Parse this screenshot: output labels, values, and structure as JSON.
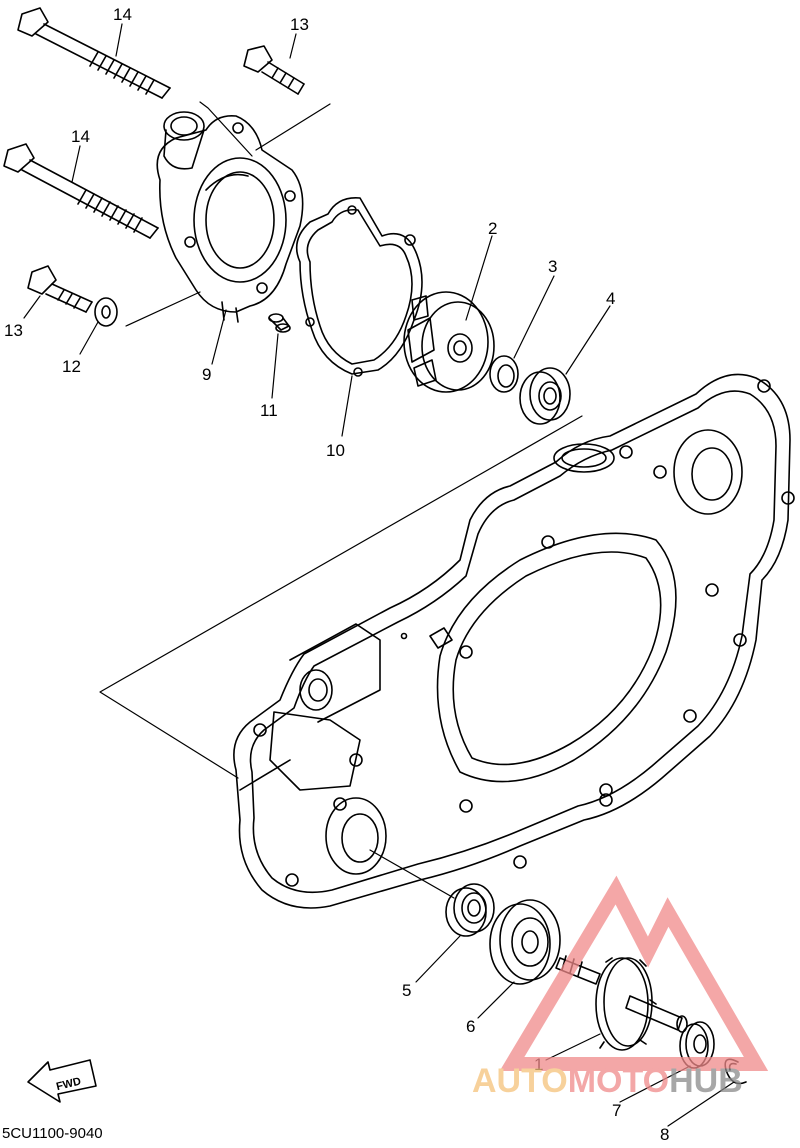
{
  "diagram": {
    "part_code": "5CU1100-9040",
    "fwd_label": "FWD",
    "callouts": [
      {
        "id": "c14a",
        "label": "14"
      },
      {
        "id": "c13a",
        "label": "13"
      },
      {
        "id": "c14b",
        "label": "14"
      },
      {
        "id": "c13b",
        "label": "13"
      },
      {
        "id": "c12",
        "label": "12"
      },
      {
        "id": "c9",
        "label": "9"
      },
      {
        "id": "c11",
        "label": "11"
      },
      {
        "id": "c10",
        "label": "10"
      },
      {
        "id": "c2",
        "label": "2"
      },
      {
        "id": "c3",
        "label": "3"
      },
      {
        "id": "c4",
        "label": "4"
      },
      {
        "id": "c5",
        "label": "5"
      },
      {
        "id": "c6",
        "label": "6"
      },
      {
        "id": "c1",
        "label": "1"
      },
      {
        "id": "c7",
        "label": "7"
      },
      {
        "id": "c8",
        "label": "8"
      }
    ]
  },
  "watermark": {
    "part1": "AUTO",
    "part2": "MOTO",
    "part3": "HUB",
    "color_primary": "#f08a8a",
    "color_secondary": "#f5c27a",
    "color_dark": "#8a8a8a"
  }
}
